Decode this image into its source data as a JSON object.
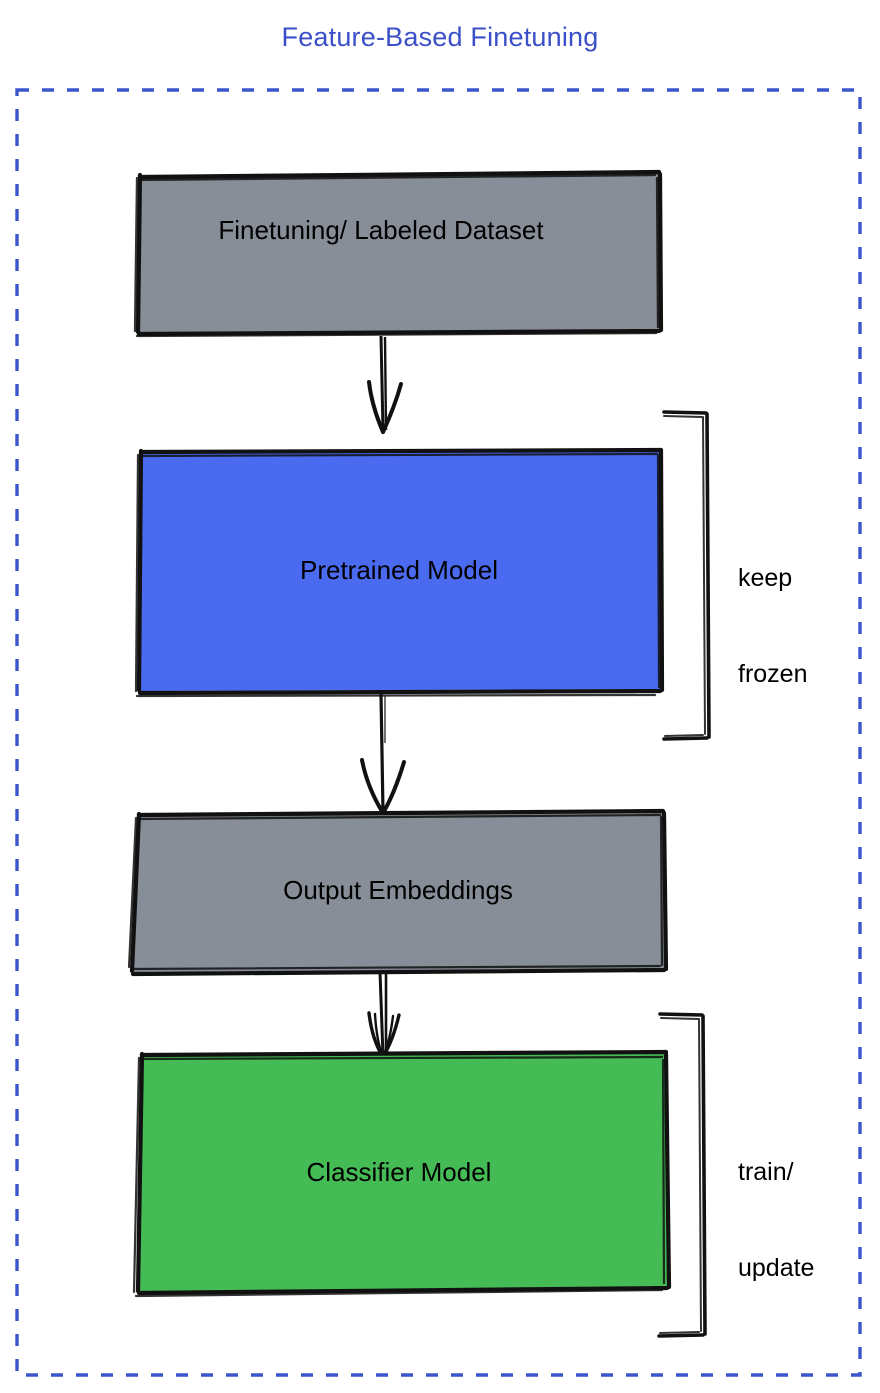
{
  "diagram": {
    "title": "Feature-Based Finetuning",
    "title_color": "#3b4fc8",
    "border_style": "dashed",
    "border_color": "#3b55cc",
    "background": "#ffffff",
    "type": "flowchart",
    "nodes": [
      {
        "id": "dataset",
        "label": "Finetuning/ Labeled Dataset",
        "fill": "#878e98",
        "stroke": "#000000",
        "text_color": "#000000",
        "order": 1
      },
      {
        "id": "pretrained",
        "label": "Pretrained Model",
        "fill": "#4a6af0",
        "stroke": "#000000",
        "text_color": "#000000",
        "order": 2
      },
      {
        "id": "embeddings",
        "label": "Output Embeddings",
        "fill": "#878e98",
        "stroke": "#000000",
        "text_color": "#000000",
        "order": 3
      },
      {
        "id": "classifier",
        "label": "Classifier Model",
        "fill": "#44bb54",
        "stroke": "#000000",
        "text_color": "#000000",
        "order": 4
      }
    ],
    "edges": [
      {
        "from": "dataset",
        "to": "pretrained",
        "style": "arrow-down"
      },
      {
        "from": "pretrained",
        "to": "embeddings",
        "style": "arrow-down"
      },
      {
        "from": "embeddings",
        "to": "classifier",
        "style": "arrow-down"
      }
    ],
    "annotations": [
      {
        "id": "keep-frozen",
        "line1": "keep",
        "line2": "frozen",
        "target": "pretrained",
        "bracket": "right-square-bracket"
      },
      {
        "id": "train-update",
        "line1": "train/",
        "line2": "update",
        "target": "classifier",
        "bracket": "right-square-bracket"
      }
    ]
  }
}
